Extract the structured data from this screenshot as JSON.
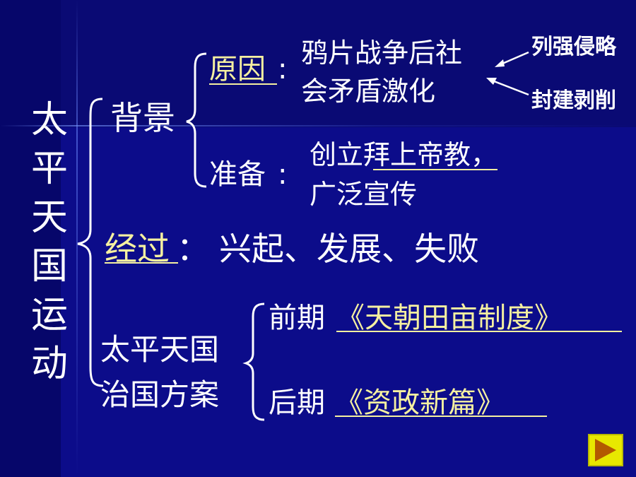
{
  "title_chars": [
    "太",
    "平",
    "天",
    "国",
    "运",
    "动"
  ],
  "background": {
    "label": "背景",
    "cause_label": "原因",
    "cause_text_line1": "鸦片战争后社",
    "cause_text_line2": "会矛盾激化",
    "factor1": "列强侵略",
    "factor2": "封建剥削",
    "prep_label": "准备",
    "prep_text_line1": "创立拜上帝教，",
    "prep_text_line2": "广泛宣传"
  },
  "course": {
    "label": "经过",
    "colon": "：",
    "text": "兴起、发展、失败"
  },
  "plan": {
    "label_line1": "太平天国",
    "label_line2": "治国方案",
    "early_label": "前期",
    "early_doc": "《天朝田亩制度》",
    "late_label": "后期",
    "late_doc": "《资政新篇》"
  },
  "colors": {
    "background": "#0c0c8a",
    "text": "#ffffff",
    "underline": "#f5f0a0",
    "nav_button": "#e8e800"
  },
  "icons": [
    "play-arrow-icon"
  ]
}
